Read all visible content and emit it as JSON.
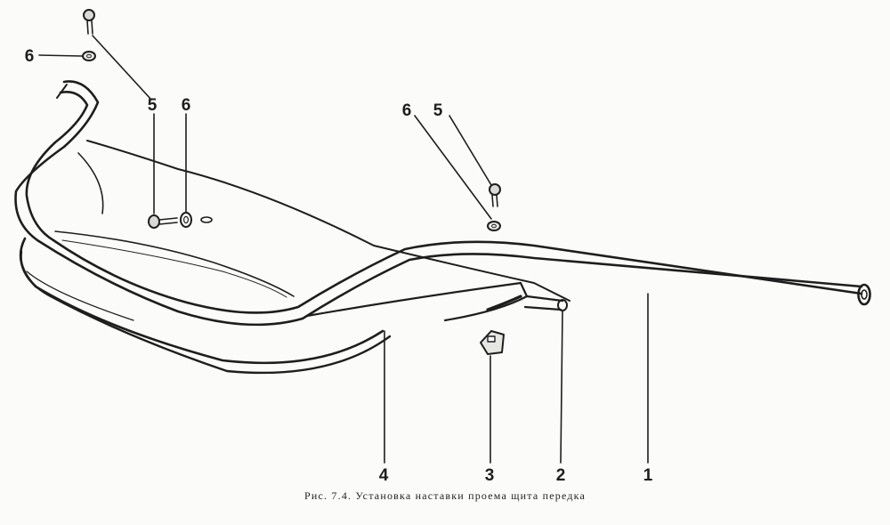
{
  "figure": {
    "caption": "Рис. 7.4. Установка наставки проема щита передка",
    "callouts": [
      {
        "id": "c-6a",
        "label": "6"
      },
      {
        "id": "c-5a",
        "label": "5"
      },
      {
        "id": "c-6b",
        "label": "6"
      },
      {
        "id": "c-6c",
        "label": "6"
      },
      {
        "id": "c-5b",
        "label": "5"
      },
      {
        "id": "c-4",
        "label": "4"
      },
      {
        "id": "c-3",
        "label": "3"
      },
      {
        "id": "c-2",
        "label": "2"
      },
      {
        "id": "c-1",
        "label": "1"
      }
    ],
    "colors": {
      "ink": "#1e1e1e",
      "paper": "#fbfbf9",
      "shade": "#d9d9d6"
    }
  }
}
